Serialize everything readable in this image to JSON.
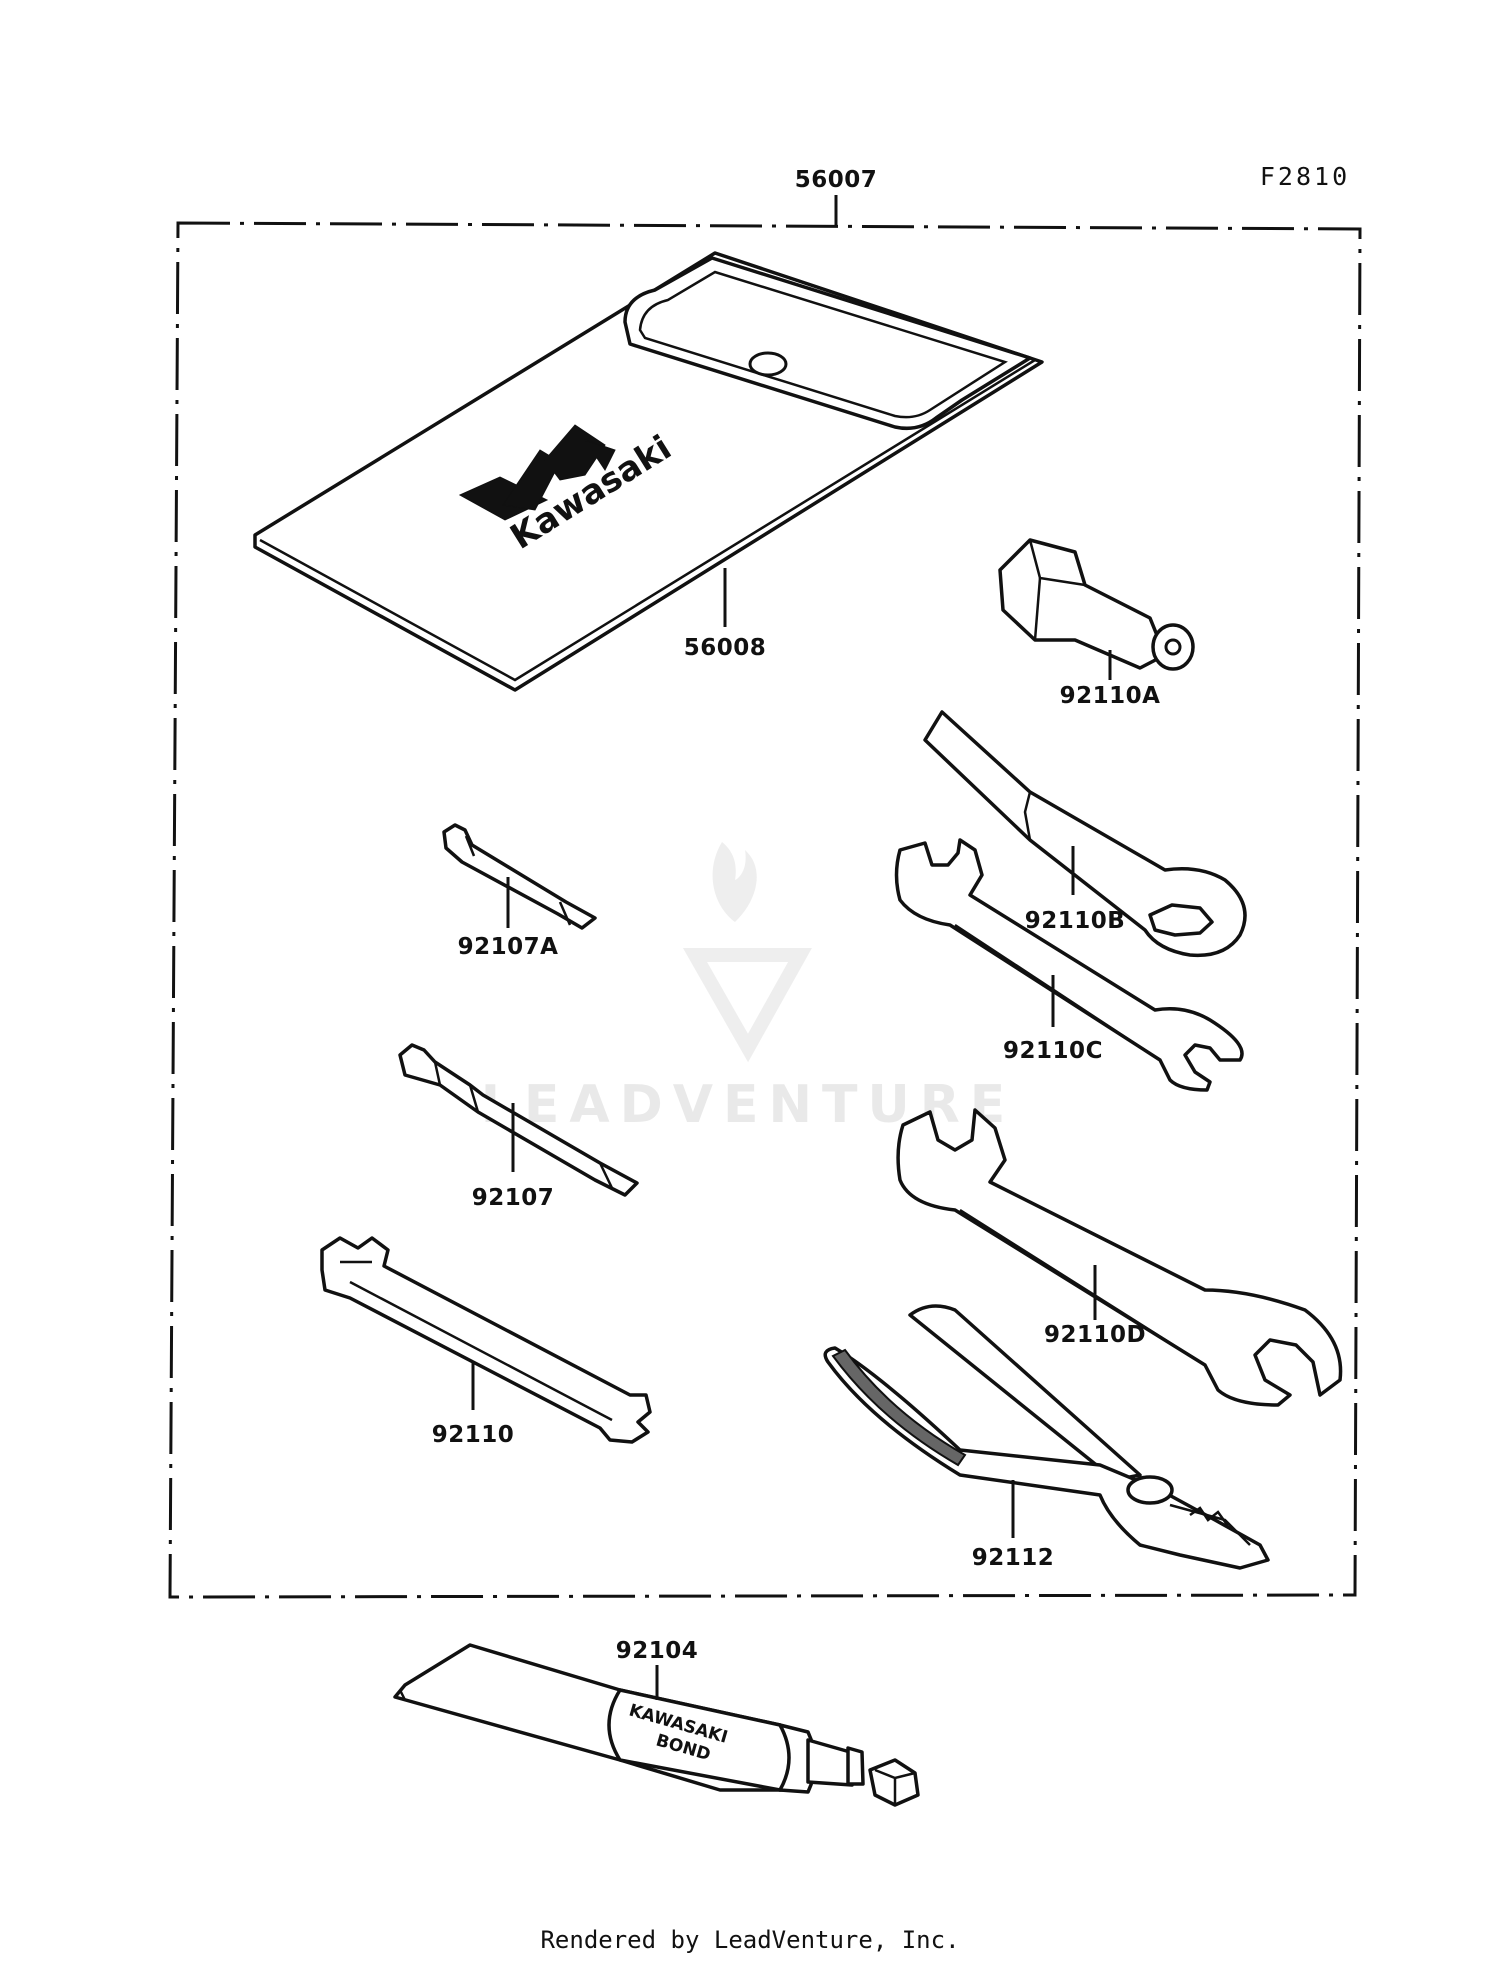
{
  "figure_number": "F2810",
  "kit_label": "56007",
  "parts": {
    "bag": "56008",
    "socket_adapter": "92110A",
    "bit_small": "92107A",
    "ring_spanner": "92110B",
    "wrench_small": "92110C",
    "screwdriver": "92107",
    "wrench_large": "92110D",
    "spoke_wrench": "92110",
    "pliers": "92112",
    "bond_tube": "92104"
  },
  "bag_logo_text": "Kawasaki",
  "tube_text": [
    "KAWASAKI",
    "BOND"
  ],
  "watermark": "LEADVENTURE",
  "footer": "Rendered by LeadVenture, Inc."
}
